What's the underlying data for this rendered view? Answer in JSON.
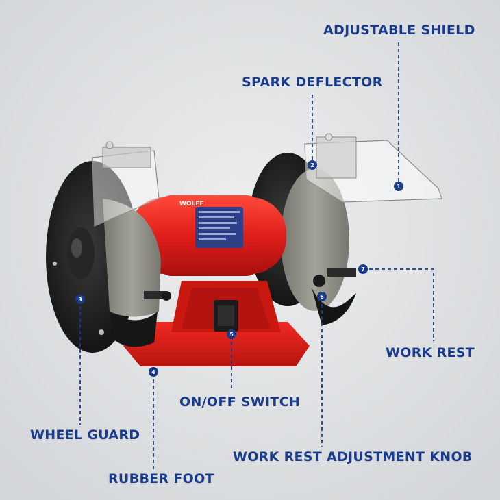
{
  "brand": "WOLFF",
  "callouts": [
    {
      "number": "1",
      "label": "ADJUSTABLE SHIELD"
    },
    {
      "number": "2",
      "label": "SPARK DEFLECTOR"
    },
    {
      "number": "3",
      "label": "WHEEL GUARD"
    },
    {
      "number": "4",
      "label": "RUBBER FOOT"
    },
    {
      "number": "5",
      "label": "ON/OFF SWITCH"
    },
    {
      "number": "6",
      "label": "WORK REST ADJUSTMENT KNOB"
    },
    {
      "number": "7",
      "label": "WORK REST"
    }
  ],
  "colors": {
    "label_text": "#1a3b8c",
    "marker_fill": "#1a3b8c",
    "body_red": "#e02020",
    "wheel_guard": "#1c1c1c",
    "grinding_wheel": "#8f8f86",
    "background": "#e2e4e5"
  }
}
